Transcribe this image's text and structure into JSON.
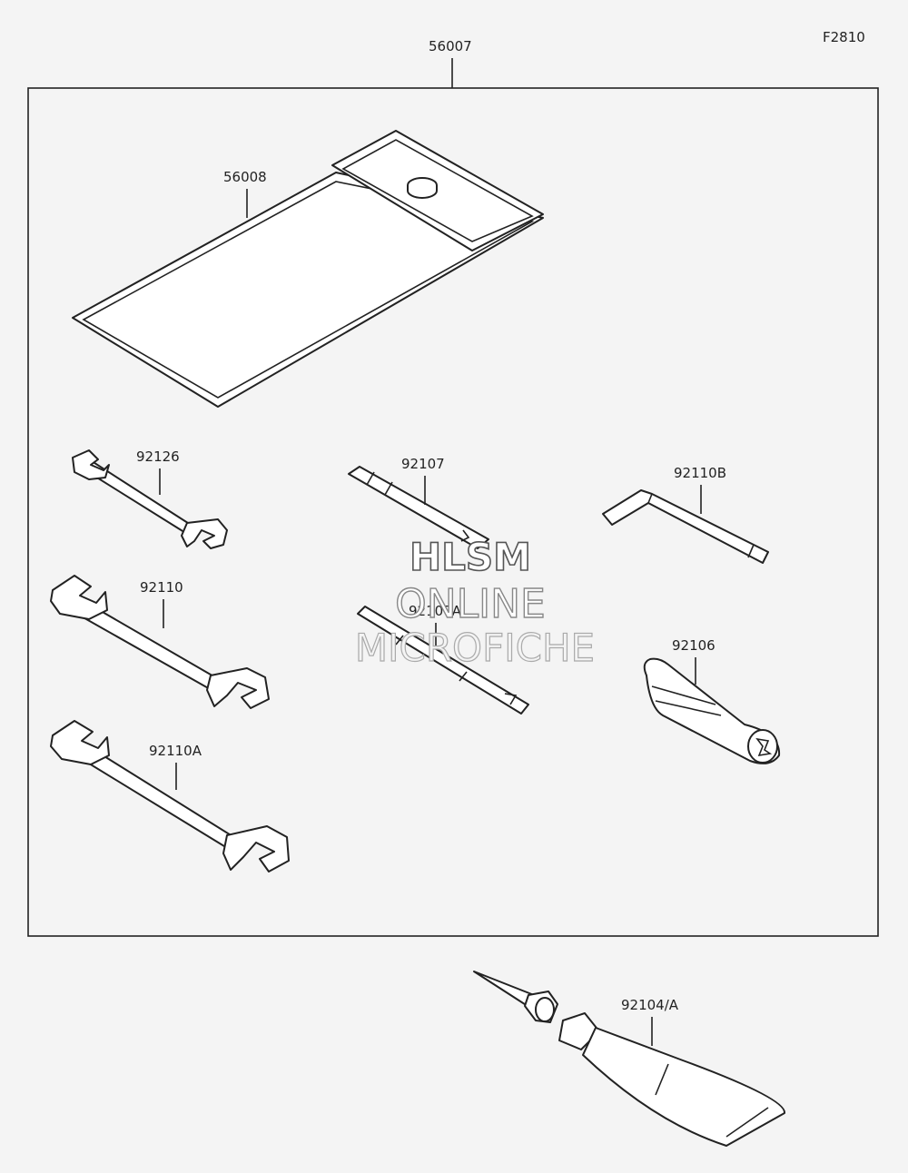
{
  "figure_code": "F2810",
  "kit_part": "56007",
  "parts": {
    "pouch": "56008",
    "wrench_small": "92126",
    "wrench_medium": "92110",
    "wrench_large": "92110A",
    "driver_grip": "92107",
    "driver_bit": "92107A",
    "hex_key": "92110B",
    "handle": "92106",
    "sealant_tube": "92104/A"
  },
  "watermark": {
    "line1": "HLSM",
    "line2": "ONLINE",
    "line3": "MICROFICHE"
  }
}
